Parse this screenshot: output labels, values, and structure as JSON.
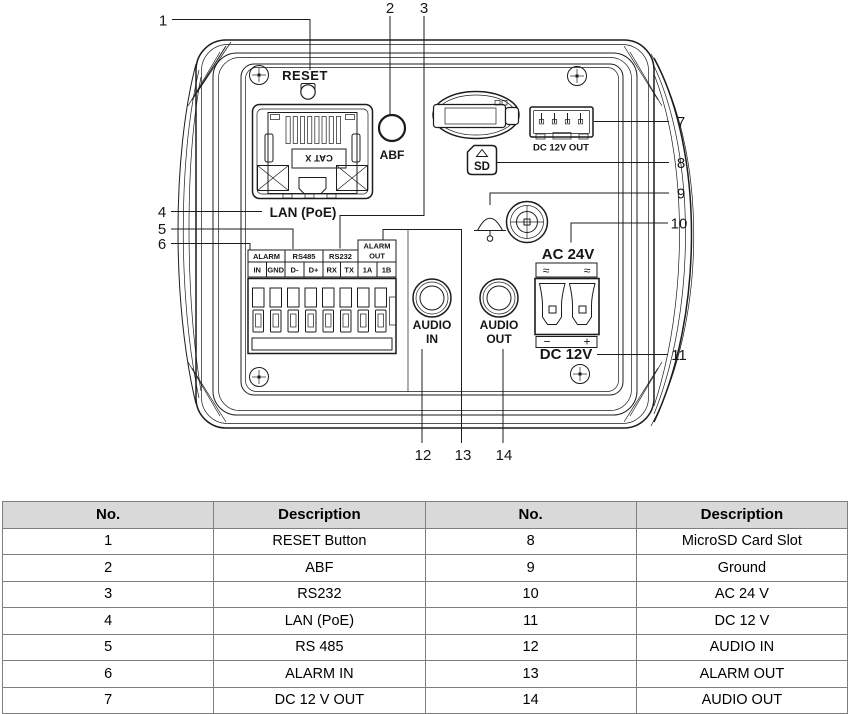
{
  "colors": {
    "line": "#1c1c1c",
    "table_header_bg": "#d9d9d9",
    "table_border": "#7f7f7f",
    "text": "#000000",
    "background": "#ffffff"
  },
  "diagram": {
    "labels": {
      "reset": "RESET",
      "abf": "ABF",
      "lan": "LAN (PoE)",
      "cat": "CAT X",
      "sd": "SD",
      "dc12v_out": "DC 12V OUT",
      "ac24v": "AC 24V",
      "dc12v": "DC 12V",
      "audio_in_line1": "AUDIO",
      "audio_in_line2": "IN",
      "audio_out_line1": "AUDIO",
      "audio_out_line2": "OUT",
      "ac_tilde": "≈",
      "minus": "−",
      "plus": "+"
    },
    "terminal": {
      "group_alarm": "ALARM",
      "group_rs485": "RS485",
      "group_rs232": "RS232",
      "group_alarm_out_line1": "ALARM",
      "group_alarm_out_line2": "OUT",
      "pins": [
        "IN",
        "GND",
        "D-",
        "D+",
        "RX",
        "TX",
        "1A",
        "1B"
      ]
    },
    "callouts": [
      "1",
      "2",
      "3",
      "4",
      "5",
      "6",
      "7",
      "8",
      "9",
      "10",
      "11",
      "12",
      "13",
      "14"
    ]
  },
  "table": {
    "headers": [
      "No.",
      "Description",
      "No.",
      "Description"
    ],
    "rows": [
      [
        "1",
        "RESET Button",
        "8",
        "MicroSD Card Slot"
      ],
      [
        "2",
        "ABF",
        "9",
        "Ground"
      ],
      [
        "3",
        "RS232",
        "10",
        "AC 24 V"
      ],
      [
        "4",
        "LAN (PoE)",
        "11",
        "DC 12 V"
      ],
      [
        "5",
        "RS 485",
        "12",
        "AUDIO IN"
      ],
      [
        "6",
        "ALARM IN",
        "13",
        "ALARM OUT"
      ],
      [
        "7",
        "DC 12 V OUT",
        "14",
        "AUDIO OUT"
      ]
    ]
  }
}
